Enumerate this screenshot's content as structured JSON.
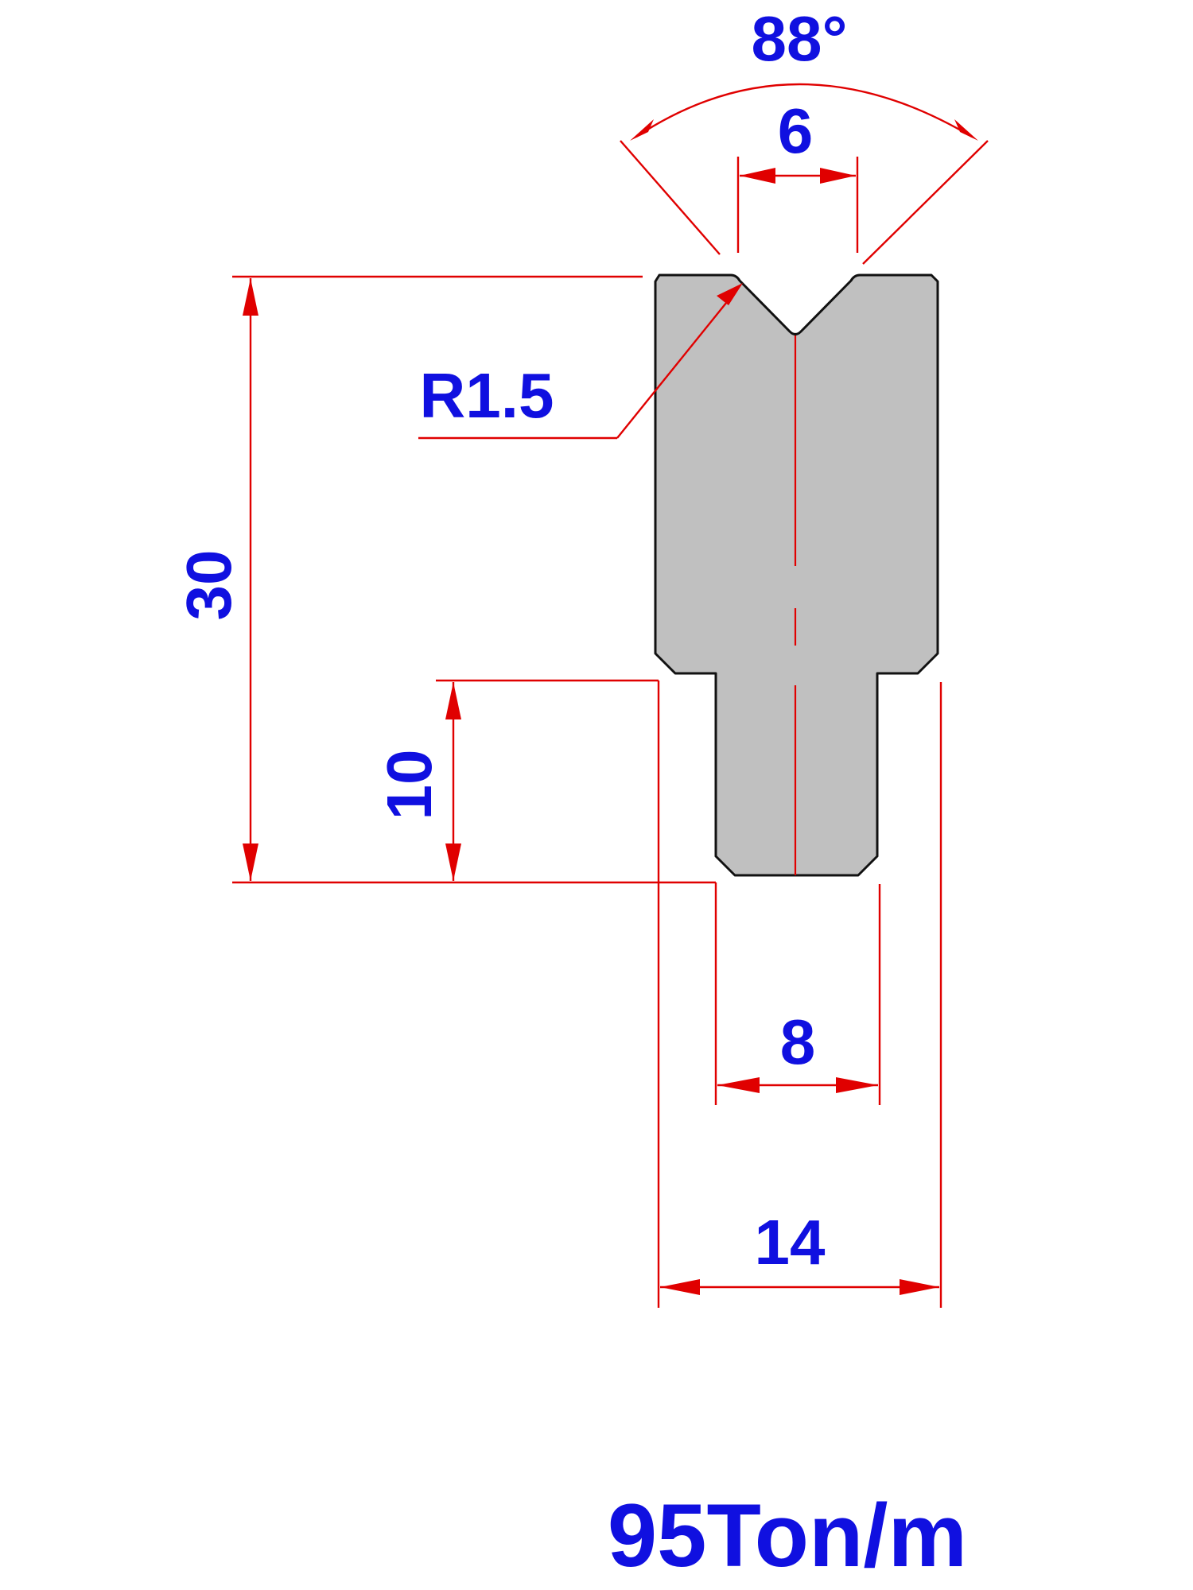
{
  "drawing": {
    "colors": {
      "dimension_line": "#e00000",
      "dimension_text": "#1010e0",
      "profile_fill": "#c0c0c0",
      "profile_outline": "#111111"
    },
    "dimensions": {
      "angle": "88°",
      "v_opening": "6",
      "radius": "R1.5",
      "total_height": "30",
      "tang_height": "10",
      "tang_width": "8",
      "body_width": "14"
    },
    "capacity": "95Ton/m"
  }
}
